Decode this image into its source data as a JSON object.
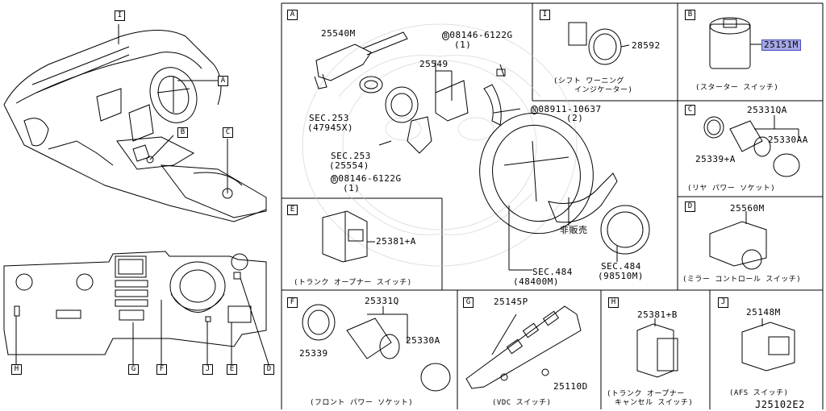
{
  "diagram_code": "J25102E2",
  "callouts": {
    "A": "A",
    "B": "B",
    "C": "C",
    "D": "D",
    "E": "E",
    "F": "F",
    "G": "G",
    "H": "H",
    "I": "I",
    "J": "J"
  },
  "sections": {
    "A": {
      "letter": "A",
      "parts": {
        "p25540m": "25540M",
        "sec253a": "SEC.253",
        "sec253a_sub": "(47945X)",
        "bolt1": "08146-6122G",
        "bolt1_qty": "(1)",
        "p25549": "25549",
        "nut": "08911-10637",
        "nut_qty": "(2)",
        "sec253b": "SEC.253",
        "sec253b_sub": "(25554)",
        "bolt2": "08146-6122G",
        "bolt2_qty": "(1)",
        "not_sold": "非販売",
        "sec484a": "SEC.484",
        "sec484a_sub": "(48400M)",
        "sec484b": "SEC.484",
        "sec484b_sub": "(98510M)"
      },
      "bolt_prefix": "B",
      "nut_prefix": "N"
    },
    "I": {
      "letter": "I",
      "part": "28592",
      "caption_line1": "(シフト ワーニング",
      "caption_line2": "インジケーター)"
    },
    "B": {
      "letter": "B",
      "part": "25151M",
      "caption": "(スターター スイッチ)"
    },
    "C": {
      "letter": "C",
      "part_a": "25331QA",
      "part_b": "25339+A",
      "part_c": "25330AA",
      "caption": "(リヤ パワー ソケット)"
    },
    "D": {
      "letter": "D",
      "part": "25560M",
      "caption": "(ミラー コントロール スイッチ)"
    },
    "E": {
      "letter": "E",
      "part": "25381+A",
      "caption": "(トランク オープナー スイッチ)"
    },
    "F": {
      "letter": "F",
      "part_a": "25331Q",
      "part_b": "25339",
      "part_c": "25330A",
      "caption": "(フロント パワー ソケット)"
    },
    "G": {
      "letter": "G",
      "part_a": "25145P",
      "part_b": "25110D",
      "caption": "(VDC スイッチ)"
    },
    "H": {
      "letter": "H",
      "part": "25381+B",
      "caption_line1": "(トランク オープナー",
      "caption_line2": "キャンセル スイッチ)"
    },
    "J": {
      "letter": "J",
      "part": "25148M",
      "caption": "(AFS スイッチ)"
    }
  },
  "colors": {
    "highlight": "#a6a8e6",
    "line": "#000000"
  }
}
